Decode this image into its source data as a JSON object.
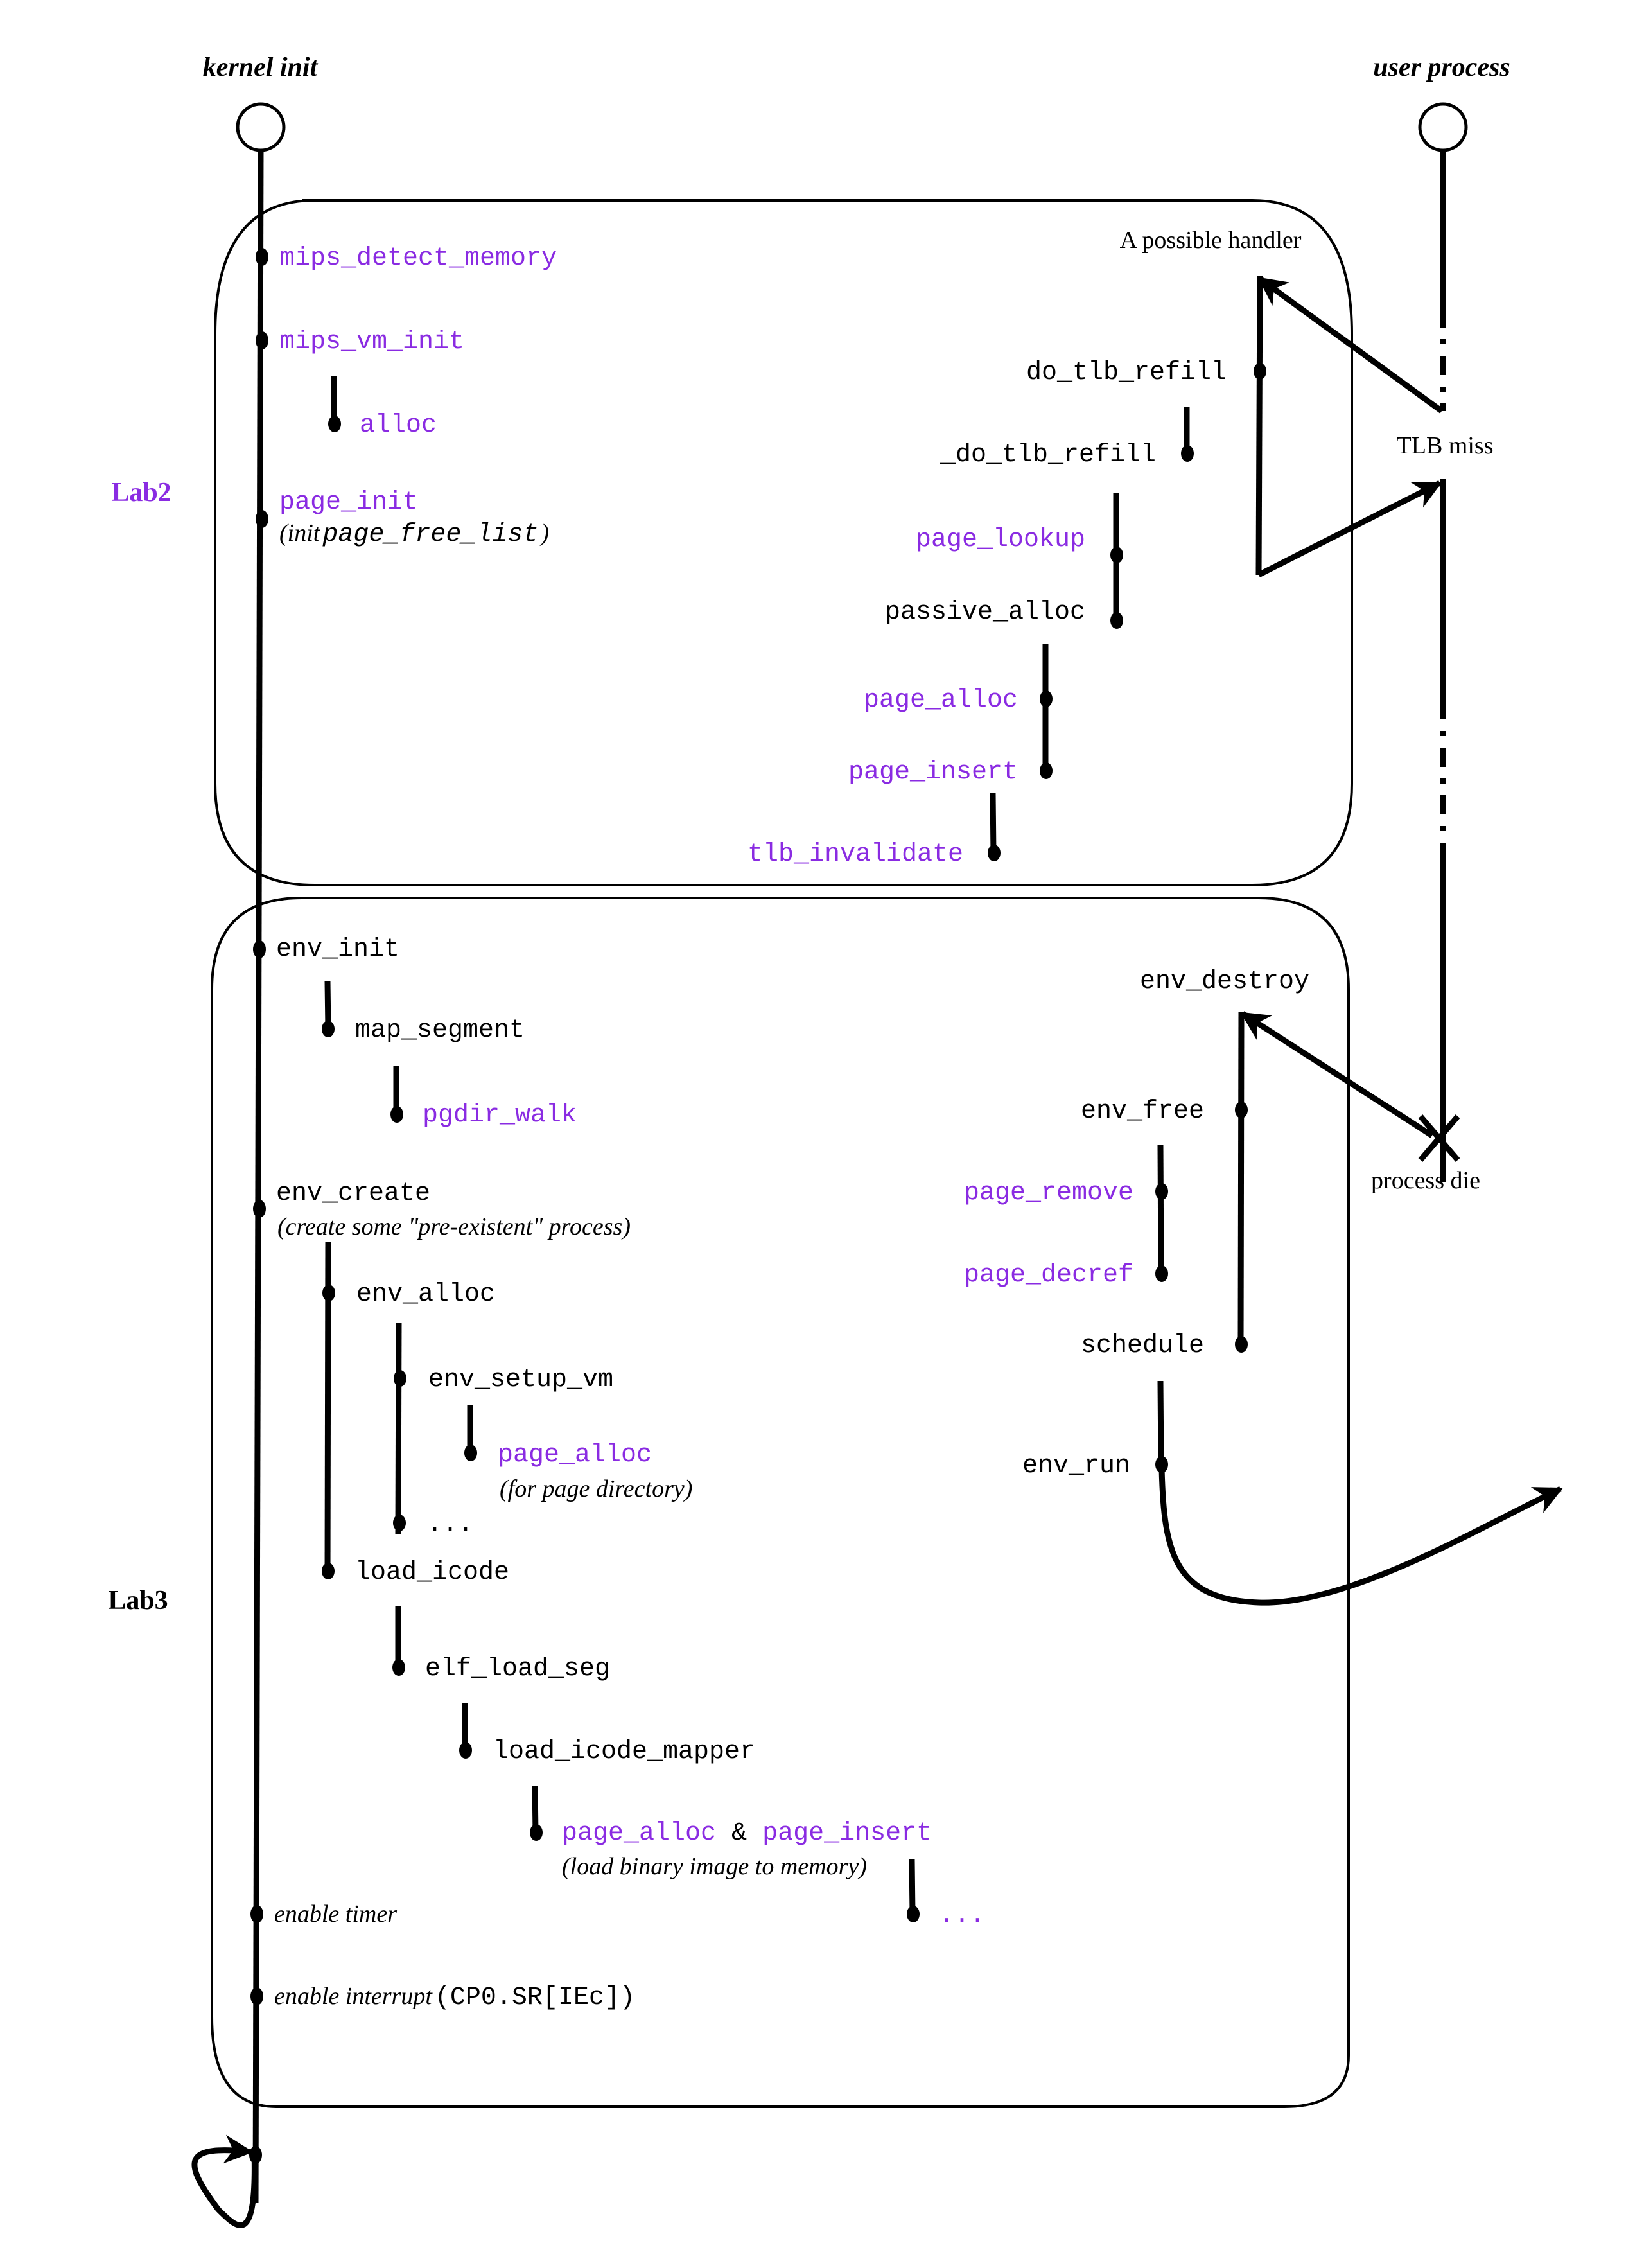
{
  "colors": {
    "highlight": "#8a2be2",
    "default": "#000000"
  },
  "lifelines": {
    "kernel": {
      "label": "kernel init"
    },
    "user": {
      "label": "user process"
    }
  },
  "sections": {
    "lab2": {
      "label": "Lab2"
    },
    "lab3": {
      "label": "Lab3"
    }
  },
  "lab2": {
    "mips_detect_memory": "mips_detect_memory",
    "mips_vm_init": "mips_vm_init",
    "alloc": "alloc",
    "page_init": "page_init",
    "page_init_note_prefix": "(init",
    "page_init_note_code": "page_free_list",
    "page_init_note_suffix": ")",
    "handler_label": "A possible handler",
    "do_tlb_refill": "do_tlb_refill",
    "_do_tlb_refill": "_do_tlb_refill",
    "page_lookup": "page_lookup",
    "passive_alloc": "passive_alloc",
    "page_alloc": "page_alloc",
    "page_insert": "page_insert",
    "tlb_invalidate": "tlb_invalidate",
    "tlb_miss": "TLB miss"
  },
  "lab3": {
    "env_init": "env_init",
    "map_segment": "map_segment",
    "pgdir_walk": "pgdir_walk",
    "env_create": "env_create",
    "env_create_note": "(create some \"pre-existent\" process)",
    "env_alloc": "env_alloc",
    "env_setup_vm": "env_setup_vm",
    "page_alloc": "page_alloc",
    "page_alloc_note": "(for page directory)",
    "ellipsis1": "...",
    "load_icode": "load_icode",
    "elf_load_seg": "elf_load_seg",
    "load_icode_mapper": "load_icode_mapper",
    "page_alloc2": "page_alloc",
    "amp": "&",
    "page_insert2": "page_insert",
    "load_note": "(load binary image to memory)",
    "ellipsis2": "...",
    "enable_timer": "enable timer",
    "enable_interrupt": "enable interrupt",
    "enable_interrupt_code": "(CP0.SR[IEc])",
    "env_destroy": "env_destroy",
    "env_free": "env_free",
    "page_remove": "page_remove",
    "page_decref": "page_decref",
    "schedule": "schedule",
    "env_run": "env_run",
    "process_die": "process die"
  }
}
